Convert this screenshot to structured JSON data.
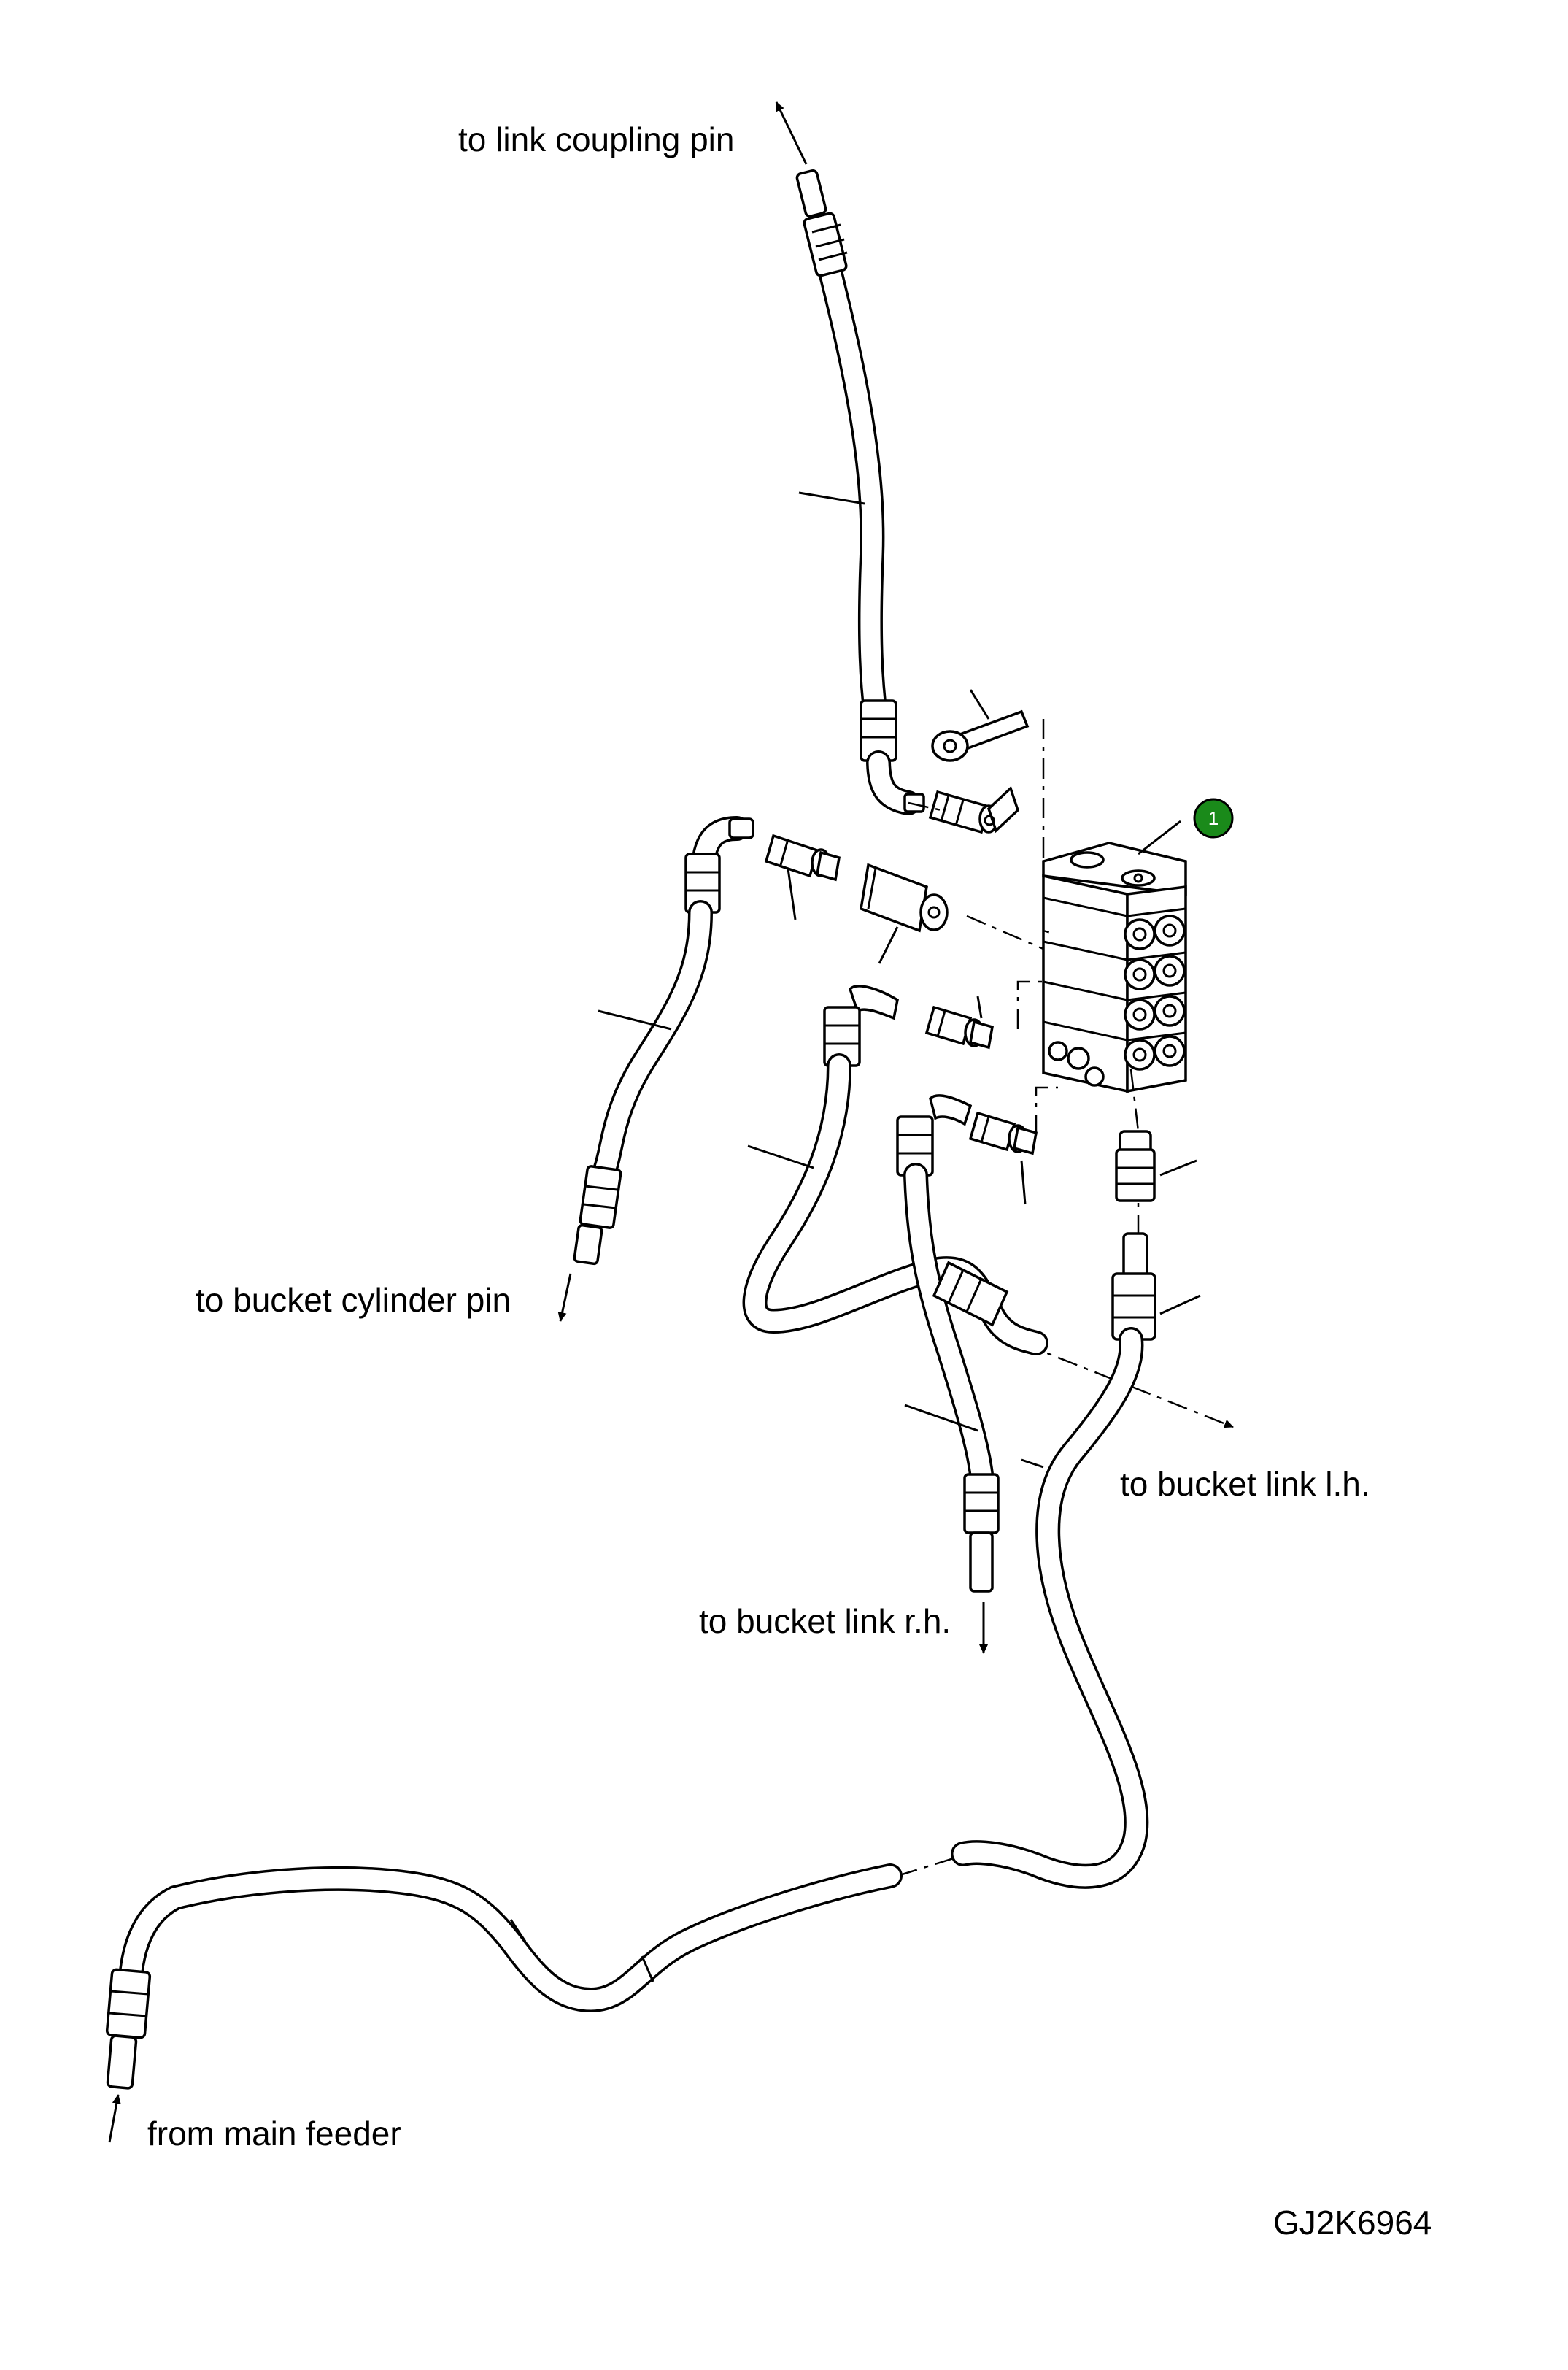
{
  "labels": {
    "link_coupling": "to link coupling pin",
    "bucket_cylinder": "to bucket cylinder pin",
    "bucket_link_lh": "to bucket link l.h.",
    "bucket_link_rh": "to bucket link r.h.",
    "main_feeder": "from main feeder",
    "drawing_number": "GJ2K6964"
  },
  "callout": {
    "number": "1",
    "color": "#1a8a1a"
  }
}
